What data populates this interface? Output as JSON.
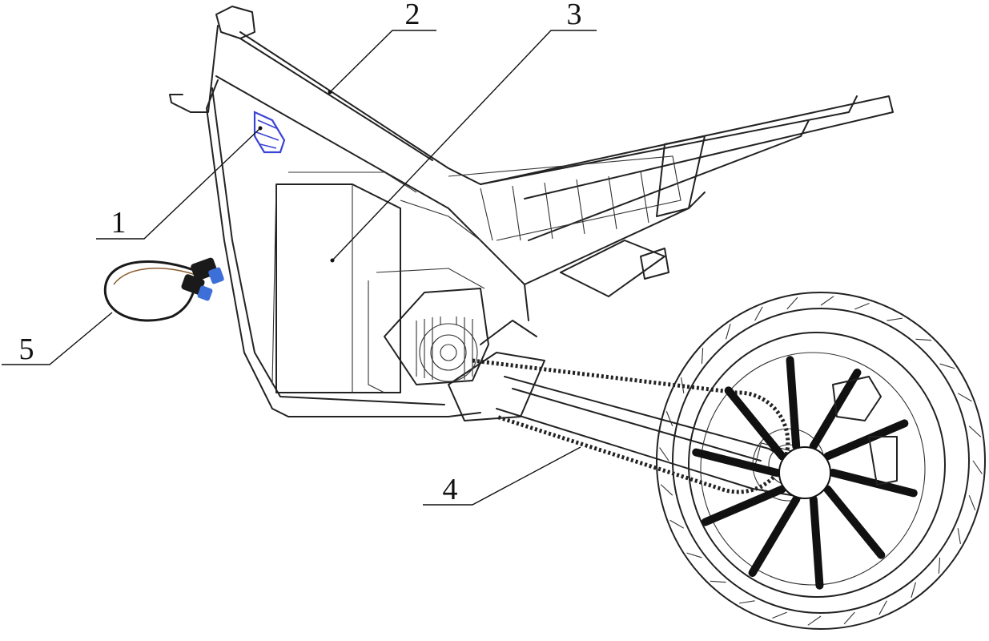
{
  "callouts": [
    {
      "id": "1",
      "label": "1"
    },
    {
      "id": "2",
      "label": "2"
    },
    {
      "id": "3",
      "label": "3"
    },
    {
      "id": "4",
      "label": "4"
    },
    {
      "id": "5",
      "label": "5"
    }
  ],
  "colors": {
    "line": "#222222",
    "highlight": "#3a44d6",
    "connector_blue": "#3d6fd8",
    "cable": "#1a1a1a",
    "cable_accent": "#8a5a2a"
  },
  "icons": [
    "motorcycle-frame-diagram",
    "cable-connector-icon"
  ]
}
